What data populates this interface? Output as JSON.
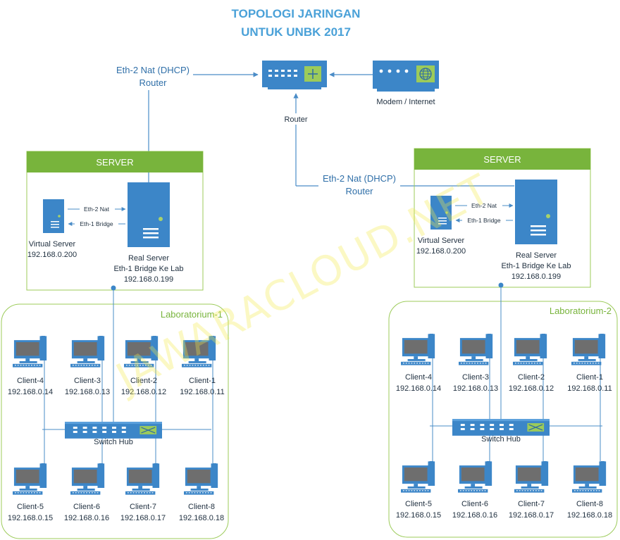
{
  "title": {
    "line1": "TOPOLOGI JARINGAN",
    "line2": "UNTUK UNBK 2017"
  },
  "top": {
    "modem_label": "Modem / Internet",
    "router_label": "Router",
    "left_link": {
      "line1": "Eth-2 Nat (DHCP)",
      "line2": "Router"
    },
    "right_link": {
      "line1": "Eth-2 Nat (DHCP)",
      "line2": "Router"
    }
  },
  "servers": [
    {
      "header": "SERVER",
      "eth2": "Eth-2 Nat",
      "eth1": "Eth-1 Bridge",
      "virtual": {
        "name": "Virtual Server",
        "ip": "192.168.0.200"
      },
      "real": {
        "name": "Real Server",
        "desc": "Eth-1 Bridge Ke Lab",
        "ip": "192.168.0.199"
      }
    },
    {
      "header": "SERVER",
      "eth2": "Eth-2 Nat",
      "eth1": "Eth-1 Bridge",
      "virtual": {
        "name": "Virtual Server",
        "ip": "192.168.0.200"
      },
      "real": {
        "name": "Real Server",
        "desc": "Eth-1 Bridge Ke Lab",
        "ip": "192.168.0.199"
      }
    }
  ],
  "labs": [
    {
      "name": "Laboratorium-1",
      "switch_label": "Switch Hub",
      "top_clients": [
        {
          "name": "Client-4",
          "ip": "192.168.0.14"
        },
        {
          "name": "Client-3",
          "ip": "192.168.0.13"
        },
        {
          "name": "Client-2",
          "ip": "192.168.0.12"
        },
        {
          "name": "Client-1",
          "ip": "192.168.0.11"
        }
      ],
      "bottom_clients": [
        {
          "name": "Client-5",
          "ip": "192.168.0.15"
        },
        {
          "name": "Client-6",
          "ip": "192.168.0.16"
        },
        {
          "name": "Client-7",
          "ip": "192.168.0.17"
        },
        {
          "name": "Client-8",
          "ip": "192.168.0.18"
        }
      ]
    },
    {
      "name": "Laboratorium-2",
      "switch_label": "Switch Hub",
      "top_clients": [
        {
          "name": "Client-4",
          "ip": "192.168.0.14"
        },
        {
          "name": "Client-3",
          "ip": "192.168.0.13"
        },
        {
          "name": "Client-2",
          "ip": "192.168.0.12"
        },
        {
          "name": "Client-1",
          "ip": "192.168.0.11"
        }
      ],
      "bottom_clients": [
        {
          "name": "Client-5",
          "ip": "192.168.0.15"
        },
        {
          "name": "Client-6",
          "ip": "192.168.0.16"
        },
        {
          "name": "Client-7",
          "ip": "192.168.0.17"
        },
        {
          "name": "Client-8",
          "ip": "192.168.0.18"
        }
      ]
    }
  ],
  "watermark": "JAWARACLOUD.NET",
  "colors": {
    "device_blue": "#3c86c8",
    "server_green": "#78b43c",
    "line_blue": "#4a8cc7",
    "title_blue": "#4aa1d8"
  }
}
